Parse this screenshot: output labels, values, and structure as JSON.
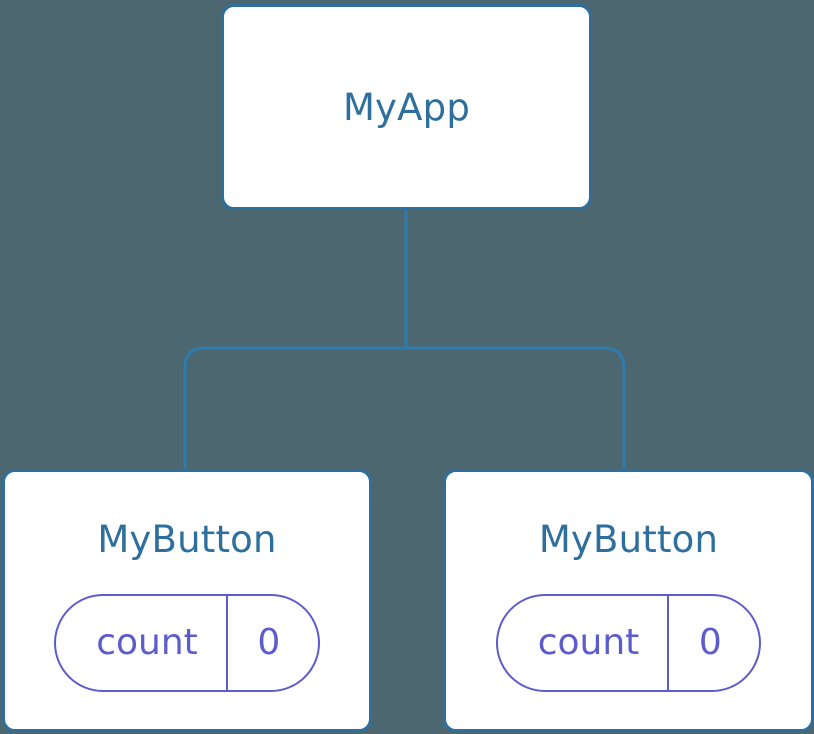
{
  "diagram": {
    "type": "component-tree",
    "background_color": "#4d6771",
    "node_border_color": "#2e6f9e",
    "node_title_color": "#2e6f9e",
    "node_fill_color": "#ffffff",
    "state_accent_color": "#5c5ccc",
    "edge_color": "#2e7bad"
  },
  "root": {
    "title": "MyApp"
  },
  "children": [
    {
      "title": "MyButton",
      "state": {
        "key": "count",
        "value": "0"
      }
    },
    {
      "title": "MyButton",
      "state": {
        "key": "count",
        "value": "0"
      }
    }
  ]
}
